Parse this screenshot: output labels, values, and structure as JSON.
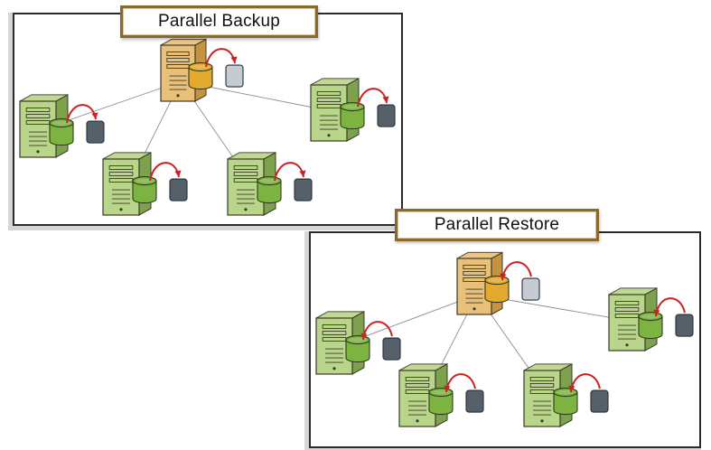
{
  "diagrams": [
    {
      "id": "backup",
      "title": "Parallel Backup"
    },
    {
      "id": "restore",
      "title": "Parallel Restore"
    }
  ],
  "colors": {
    "primary_server": "#e9c07a",
    "primary_server_dark": "#c69440",
    "primary_disk": "#e4a92f",
    "primary_tape": "#c4cbd3",
    "node_server": "#b9d58a",
    "node_server_dark": "#7ea24c",
    "node_disk": "#7cb341",
    "node_tape": "#56606b",
    "arrow": "#cc2222",
    "link": "#8e8e8e"
  },
  "icons": [
    "server-icon",
    "disk-icon",
    "tape-icon",
    "curved-arrow-icon"
  ]
}
